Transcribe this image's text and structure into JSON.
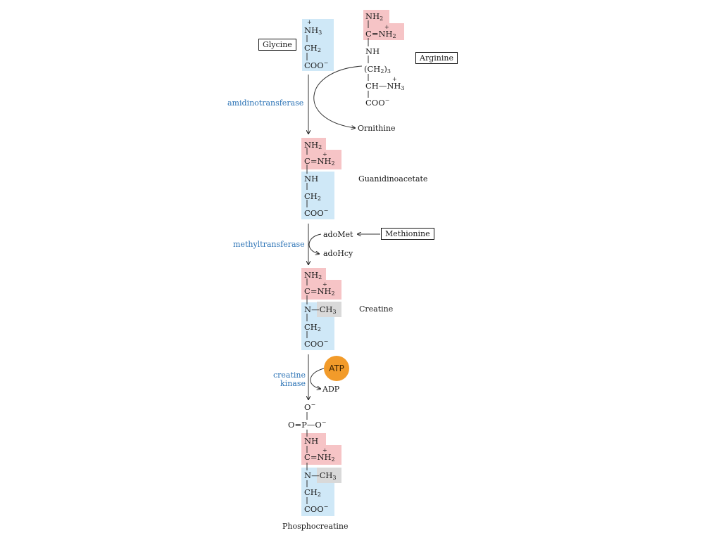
{
  "molecules": {
    "glycine": {
      "label": "Glycine",
      "nh3": "NH",
      "nh3_sub": "3",
      "nh3_charge": "+",
      "ch2": "CH",
      "ch2_sub": "2",
      "coo": "COO",
      "coo_charge": "−"
    },
    "arginine": {
      "label": "Arginine",
      "nh2a": "NH",
      "nh2a_sub": "2",
      "cnh2": "C",
      "cnh2_eq": "=",
      "cnh2_tail": "NH",
      "cnh2_sub": "2",
      "cnh2_charge": "+",
      "nh": "NH",
      "ch23": "(CH",
      "ch23_sub": "2",
      "ch23_tail": ")",
      "ch23_n": "3",
      "ch": "CH",
      "ch_dash": "—",
      "ch_nh3": "NH",
      "ch_nh3_sub": "3",
      "ch_charge": "+",
      "coo": "COO",
      "coo_charge": "−"
    },
    "guanidinoacetate": {
      "label": "Guanidinoacetate",
      "nh2": "NH",
      "nh2_sub": "2",
      "c": "C",
      "eq": "=",
      "nh2b": "NH",
      "nh2b_sub": "2",
      "charge": "+",
      "nh": "NH",
      "ch2": "CH",
      "ch2_sub": "2",
      "coo": "COO",
      "coo_charge": "−"
    },
    "creatine": {
      "label": "Creatine",
      "nh2": "NH",
      "nh2_sub": "2",
      "c": "C",
      "eq": "=",
      "nh2b": "NH",
      "nh2b_sub": "2",
      "charge": "+",
      "n": "N",
      "dash": "—",
      "ch3": "CH",
      "ch3_sub": "3",
      "ch2": "CH",
      "ch2_sub": "2",
      "coo": "COO",
      "coo_charge": "−"
    },
    "phosphocreatine": {
      "label": "Phosphocreatine",
      "o_top": "O",
      "o_top_charge": "−",
      "o_left": "O",
      "eq": "=",
      "p": "P",
      "dash": "—",
      "o_right": "O",
      "o_right_charge": "−",
      "nh": "NH",
      "c": "C",
      "nh2b": "NH",
      "nh2b_sub": "2",
      "charge": "+",
      "n": "N",
      "ch3": "CH",
      "ch3_sub": "3",
      "ch2": "CH",
      "ch2_sub": "2",
      "coo": "COO",
      "coo_charge": "−"
    }
  },
  "enzymes": {
    "amidinotransferase": "amidinotransferase",
    "methyltransferase": "methyltransferase",
    "creatine_kinase_line1": "creatine",
    "creatine_kinase_line2": "kinase"
  },
  "side_products": {
    "ornithine": "Ornithine",
    "adomet": "adoMet",
    "adohcy": "adoHcy",
    "methionine": "Methionine",
    "atp": "ATP",
    "adp": "ADP"
  },
  "colors": {
    "glycine_highlight": "#cfe8f7",
    "guanidino_highlight": "#f6c4c6",
    "methyl_highlight": "#d9d9d9",
    "enzyme_text": "#2a72b5",
    "atp_fill": "#f29b2a"
  }
}
